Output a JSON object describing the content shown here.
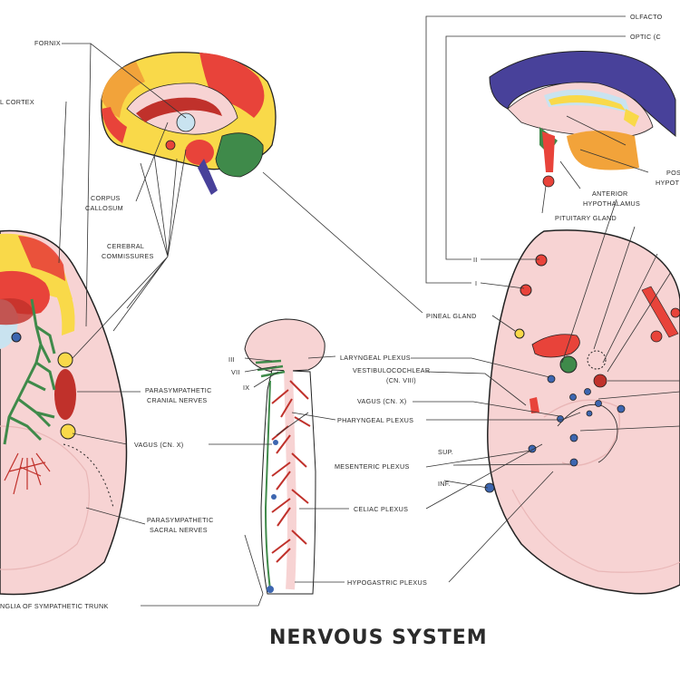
{
  "title": "NERVOUS SYSTEM",
  "labels": {
    "olfactory": "OLFACTO",
    "optic": "OPTIC (C",
    "fornix": "FORNIX",
    "cerebral_cortex": "L CORTEX",
    "corpus_callosum_1": "CORPUS",
    "corpus_callosum_2": "CALLOSUM",
    "cerebral_commissures_1": "CEREBRAL",
    "cerebral_commissures_2": "COMMISSURES",
    "posterior_hypothalamus_1": "POS",
    "posterior_hypothalamus_2": "HYPOT",
    "anterior_hypothalamus_1": "ANTERIOR",
    "anterior_hypothalamus_2": "HYPOTHALAMUS",
    "pituitary_gland": "PITUITARY GLAND",
    "roman_ii": "II",
    "roman_i": "I",
    "pineal_gland": "PINEAL GLAND",
    "parasympathetic_cranial_1": "PARASYMPATHETIC",
    "parasympathetic_cranial_2": "CRANIAL NERVES",
    "laryngeal_plexus": "LARYNGEAL PLEXUS",
    "vestibulocochlear_1": "VESTIBULOCOCHLEAR",
    "vestibulocochlear_2": "(CN. VIII)",
    "vagus_right": "VAGUS (CN. X)",
    "vagus_left": "VAGUS (CN. X)",
    "pharyngeal_plexus": "PHARYNGEAL PLEXUS",
    "roman_iii": "III",
    "roman_vii": "VII",
    "roman_ix": "IX",
    "sup": "SUP.",
    "inf": "INF.",
    "mesenteric_plexus": "MESENTERIC PLEXUS",
    "celiac_plexus": "CELIAC PLEXUS",
    "parasympathetic_sacral_1": "PARASYMPATHETIC",
    "parasympathetic_sacral_2": "SACRAL NERVES",
    "hypogastric_plexus": "HYPOGASTRIC PLEXUS",
    "sympathetic_trunk": "NGLIA OF SYMPATHETIC TRUNK"
  },
  "colors": {
    "pink": "#f7d3d3",
    "yellow": "#f9d949",
    "red": "#e8433a",
    "darkred": "#c0312b",
    "green": "#3f8a4a",
    "blue": "#3d66b0",
    "purple": "#48419a",
    "orange": "#f2a33a",
    "lightblue": "#c9e3f0"
  }
}
